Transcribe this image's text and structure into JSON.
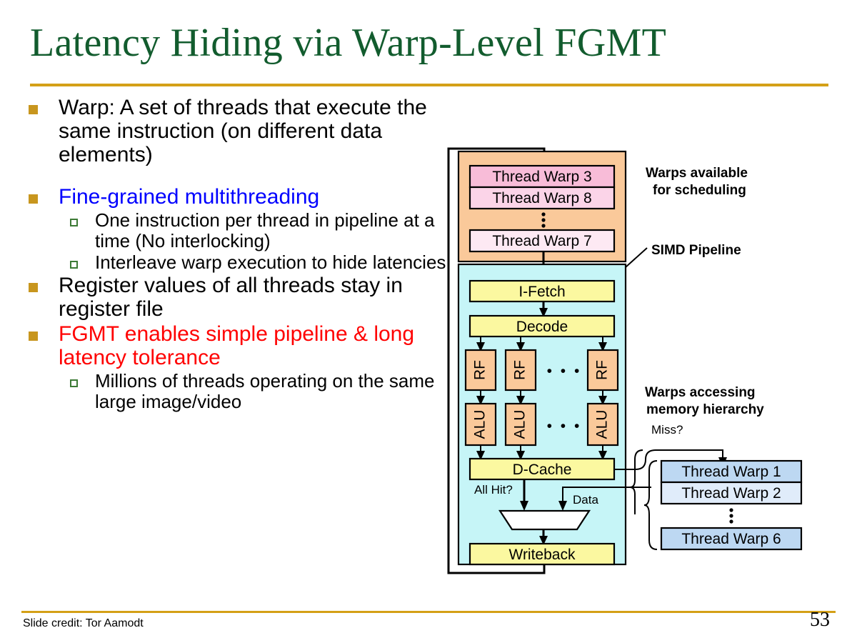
{
  "slide": {
    "title": "Latency Hiding via Warp-Level FGMT",
    "credit": "Slide credit: Tor Aamodt",
    "page_number": "53"
  },
  "colors": {
    "title_green": "#125c2e",
    "rule_gold": "#d4a017",
    "bullet_marker_gold": "#c8961e",
    "subbullet_marker_green": "#3c7a35",
    "blue_text": "#0000ff",
    "red_text": "#ff0000",
    "warp_pool_panel": "#fac99a",
    "simd_panel": "#c6f5f7",
    "pipeline_stage_yellow": "#fbf8a0",
    "unit_orange": "#fac99a",
    "warp3_pink": "#f8bcd8",
    "warp8_pink": "#fbd4e8",
    "warp7_pink": "#fde9f3",
    "warp1_blue": "#bdd8f2",
    "warp2_blue": "#e0ecfa",
    "warp6_blue": "#bdd8f2"
  },
  "bullets": [
    {
      "level": 1,
      "text": "Warp: A set of threads that execute the same instruction (on different data elements)",
      "color": "#000000"
    },
    {
      "level": 1,
      "text": "Fine-grained multithreading",
      "color": "#0000ff"
    },
    {
      "level": 2,
      "text": "One instruction per thread in pipeline at a time (No interlocking)",
      "color": "#000000"
    },
    {
      "level": 2,
      "text": "Interleave warp execution to hide latencies",
      "color": "#000000"
    },
    {
      "level": 1,
      "text": "Register values of all threads stay in register file",
      "color": "#000000"
    },
    {
      "level": 1,
      "text": "FGMT enables simple pipeline & long latency tolerance",
      "color": "#ff0000"
    },
    {
      "level": 2,
      "text": "Millions of threads operating on the same large image/video",
      "color": "#000000"
    }
  ],
  "diagram": {
    "annotations": {
      "warps_available_line1": "Warps available",
      "warps_available_line2": "for scheduling",
      "simd_pipeline": "SIMD Pipeline",
      "warps_accessing_line1": "Warps accessing",
      "warps_accessing_line2": "memory hierarchy",
      "miss": "Miss?",
      "all_hit": "All Hit?",
      "data": "Data"
    },
    "warp_pool": {
      "entries": [
        {
          "label": "Thread Warp 3",
          "fill": "#f8bcd8"
        },
        {
          "label": "Thread Warp 8",
          "fill": "#fbd4e8"
        },
        {
          "label": "Thread Warp 7",
          "fill": "#fde9f3"
        }
      ],
      "ellipsis": "⋮"
    },
    "pipeline_stages": [
      {
        "label": "I-Fetch"
      },
      {
        "label": "Decode"
      },
      {
        "label": "D-Cache"
      },
      {
        "label": "Writeback"
      }
    ],
    "lane_units": {
      "register_file_label": "RF",
      "alu_label": "ALU",
      "lane_count_shown": 3,
      "ellipsis": "• • •"
    },
    "memory_warps": {
      "entries": [
        {
          "label": "Thread Warp 1",
          "fill": "#bdd8f2"
        },
        {
          "label": "Thread Warp 2",
          "fill": "#e0ecfa"
        },
        {
          "label": "Thread Warp 6",
          "fill": "#bdd8f2"
        }
      ],
      "ellipsis": "⋮"
    }
  }
}
